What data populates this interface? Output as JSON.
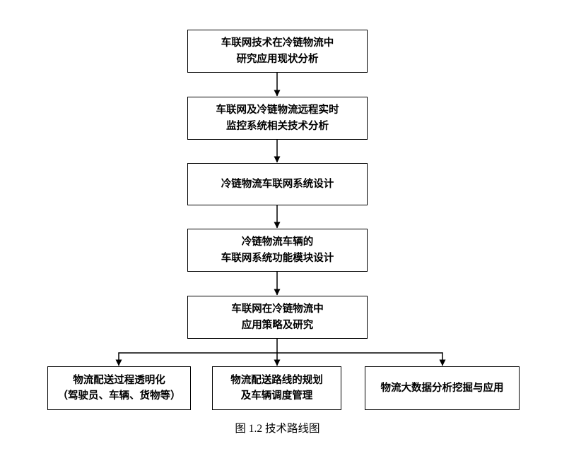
{
  "diagram": {
    "caption": "图 1.2 技术路线图",
    "main_flow": [
      {
        "label": "车联网技术在冷链物流中\n研究应用现状分析"
      },
      {
        "label": "车联网及冷链物流远程实时\n监控系统相关技术分析"
      },
      {
        "label": "冷链物流车联网系统设计"
      },
      {
        "label": "冷链物流车辆的\n车联网系统功能模块设计"
      },
      {
        "label": "车联网在冷链物流中\n应用策略及研究"
      }
    ],
    "branches": [
      {
        "label": "物流配送过程透明化\n（驾驶员、车辆、货物等）"
      },
      {
        "label": "物流配送路线的规划\n及车辆调度管理"
      },
      {
        "label": "物流大数据分析挖掘与应用"
      }
    ],
    "line_color": "#000000"
  }
}
